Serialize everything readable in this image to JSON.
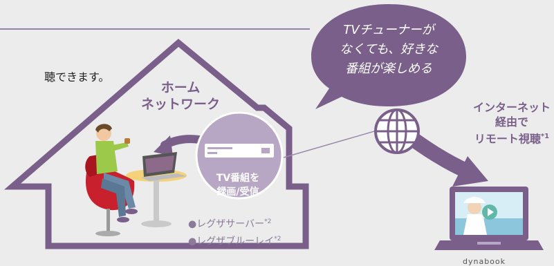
{
  "caption": "聴できます。",
  "house": {
    "title_line1": "ホーム",
    "title_line2": "ネットワーク"
  },
  "recorder": {
    "label_line1": "TV番組を",
    "label_line2": "録画/受信"
  },
  "devices": [
    {
      "name": "●レグザサーバー",
      "note": "*2"
    },
    {
      "name": "●レグザブルーレイ",
      "note": "*2"
    }
  ],
  "bubble": {
    "line1": "TVチューナーが",
    "line2": "なくても、好きな",
    "line3": "番組が楽しめる"
  },
  "remote": {
    "line1": "インターネット",
    "line2": "経由で",
    "line3": "リモート視聴",
    "note": "*1"
  },
  "laptop_brand": "dynabook",
  "colors": {
    "accent_purple": "#7a5f8b",
    "light_purple": "#b7a6c4",
    "background": "#ececec",
    "chair_red": "#c8202d"
  }
}
